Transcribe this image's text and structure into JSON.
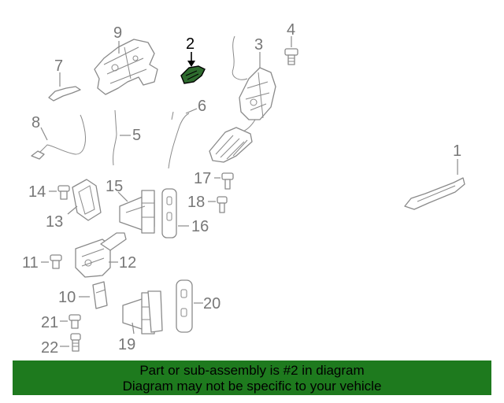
{
  "diagram": {
    "callouts": [
      {
        "id": "1",
        "label": "1",
        "highlighted": false
      },
      {
        "id": "2",
        "label": "2",
        "highlighted": true
      },
      {
        "id": "3",
        "label": "3",
        "highlighted": false
      },
      {
        "id": "4",
        "label": "4",
        "highlighted": false
      },
      {
        "id": "5",
        "label": "5",
        "highlighted": false
      },
      {
        "id": "6",
        "label": "6",
        "highlighted": false
      },
      {
        "id": "7",
        "label": "7",
        "highlighted": false
      },
      {
        "id": "8",
        "label": "8",
        "highlighted": false
      },
      {
        "id": "9",
        "label": "9",
        "highlighted": false
      },
      {
        "id": "10",
        "label": "10",
        "highlighted": false
      },
      {
        "id": "11",
        "label": "11",
        "highlighted": false
      },
      {
        "id": "12",
        "label": "12",
        "highlighted": false
      },
      {
        "id": "13",
        "label": "13",
        "highlighted": false
      },
      {
        "id": "14",
        "label": "14",
        "highlighted": false
      },
      {
        "id": "15",
        "label": "15",
        "highlighted": false
      },
      {
        "id": "16",
        "label": "16",
        "highlighted": false
      },
      {
        "id": "17",
        "label": "17",
        "highlighted": false
      },
      {
        "id": "18",
        "label": "18",
        "highlighted": false
      },
      {
        "id": "19",
        "label": "19",
        "highlighted": false
      },
      {
        "id": "20",
        "label": "20",
        "highlighted": false
      },
      {
        "id": "21",
        "label": "21",
        "highlighted": false
      },
      {
        "id": "22",
        "label": "22",
        "highlighted": false
      }
    ],
    "colors": {
      "line": "#8a8a8a",
      "label": "#777777",
      "highlight": "#000000",
      "highlight_part": "#2e6b2e"
    }
  },
  "banner": {
    "line1": "Part or sub-assembly is #2 in diagram",
    "line2": "Diagram may not be specific to your vehicle",
    "background": "#1e7a1e"
  }
}
